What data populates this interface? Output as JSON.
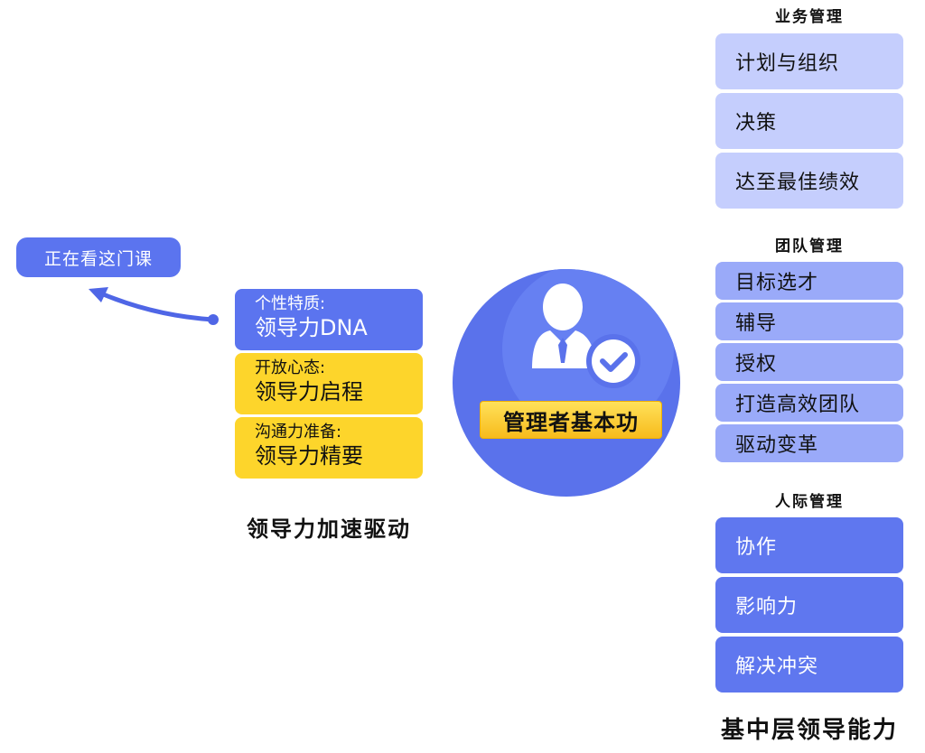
{
  "left": {
    "now_watching": "正在看这门课",
    "cards": [
      {
        "line1": "个性特质:",
        "line2": "领导力DNA"
      },
      {
        "line1": "开放心态:",
        "line2": "领导力启程"
      },
      {
        "line1": "沟通力准备:",
        "line2": "领导力精要"
      }
    ],
    "section_title": "领导力加速驱动"
  },
  "center": {
    "label": "管理者基本功",
    "icon": "manager-check-icon"
  },
  "right": {
    "groups": [
      {
        "title": "业务管理",
        "items": [
          "计划与组织",
          "决策",
          "达至最佳绩效"
        ]
      },
      {
        "title": "团队管理",
        "items": [
          "目标选才",
          "辅导",
          "授权",
          "打造高效团队",
          "驱动变革"
        ]
      },
      {
        "title": "人际管理",
        "items": [
          "协作",
          "影响力",
          "解决冲突"
        ]
      }
    ],
    "section_title": "基中层领导能力"
  },
  "colors": {
    "blue": "#5b74ef",
    "light_blue": "#c5cefd",
    "mid_blue": "#9aaaf9",
    "yellow": "#fdd52b"
  }
}
